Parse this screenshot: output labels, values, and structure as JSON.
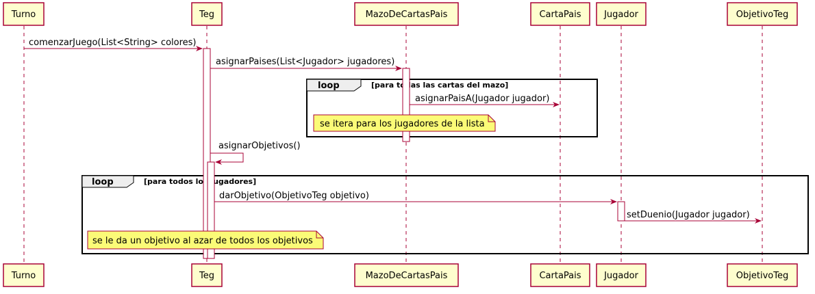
{
  "participants": [
    {
      "id": "turno",
      "label": "Turno"
    },
    {
      "id": "teg",
      "label": "Teg"
    },
    {
      "id": "mazo",
      "label": "MazoDeCartasPais"
    },
    {
      "id": "cartapais",
      "label": "CartaPais"
    },
    {
      "id": "jugador",
      "label": "Jugador"
    },
    {
      "id": "objetivoteg",
      "label": "ObjetivoTeg"
    }
  ],
  "messages": [
    {
      "id": "m1",
      "label": "comenzarJuego(List<String> colores)"
    },
    {
      "id": "m2",
      "label": "asignarPaises(List<Jugador> jugadores)"
    },
    {
      "id": "m3",
      "label": "asignarPaisA(Jugador jugador)"
    },
    {
      "id": "m4",
      "label": "asignarObjetivos()"
    },
    {
      "id": "m5",
      "label": "darObjetivo(ObjetivoTeg objetivo)"
    },
    {
      "id": "m6",
      "label": "setDuenio(Jugador jugador)"
    }
  ],
  "frames": [
    {
      "id": "loop1",
      "keyword": "loop",
      "guard": "[para todas las cartas del mazo]"
    },
    {
      "id": "loop2",
      "keyword": "loop",
      "guard": "[para todos los jugadores]"
    }
  ],
  "notes": [
    {
      "id": "note1",
      "text": "se itera para los jugadores de la lista"
    },
    {
      "id": "note2",
      "text": "se le da un objetivo al azar de todos los objetivos"
    }
  ],
  "colors": {
    "participant_fill": "#FEFECE",
    "participant_border": "#A80036",
    "lifeline": "#A80036",
    "arrow": "#A80036",
    "note_fill": "#FBFB77",
    "note_border": "#A80036",
    "frame_border": "#000000",
    "frame_tab": "#EEEEEE"
  }
}
